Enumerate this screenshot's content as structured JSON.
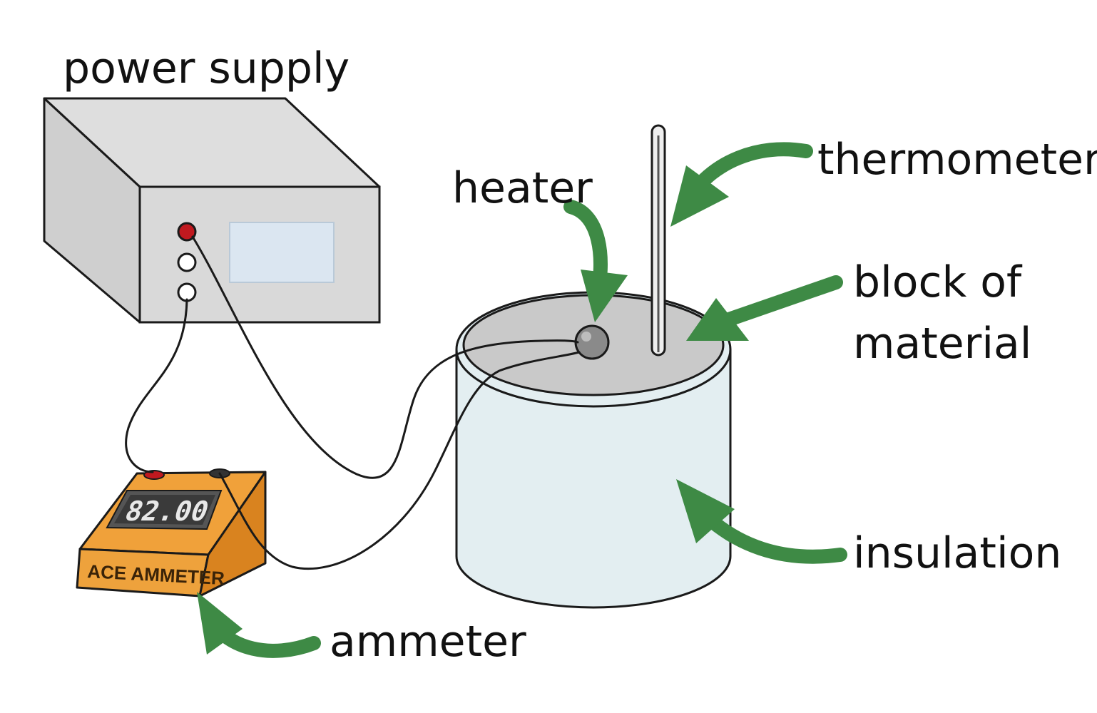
{
  "labels": {
    "power_supply": "power supply",
    "heater": "heater",
    "thermometer": "thermometer",
    "block_line1": "block of",
    "block_line2": "material",
    "insulation": "insulation",
    "ammeter": "ammeter"
  },
  "ammeter_device": {
    "display": "82.00",
    "brand": "ACE AMMETER"
  },
  "colors": {
    "arrow": "#3e8a45",
    "outline": "#1a1a1a",
    "power_supply_body": "#d9d9d9",
    "power_supply_top": "#dedede",
    "power_supply_side": "#cfcfcf",
    "screen": "#dbe6f1",
    "terminal_red": "#c0191f",
    "block_top": "#c9c9c9",
    "insulation_fill": "#e3eef1",
    "heater_ball": "#8a8a8a",
    "ammeter_orange": "#f0a13a",
    "ammeter_dark_orange": "#d9831f",
    "display_bg": "#3a3a3a",
    "display_digits": "#e8e8e8"
  },
  "icons": {
    "power_supply": "power-supply-box-icon",
    "ammeter": "digital-ammeter-icon",
    "thermometer": "thermometer-icon",
    "heater": "heater-ball-icon",
    "block": "cylindrical-block-icon",
    "arrow": "curved-arrow-icon"
  }
}
